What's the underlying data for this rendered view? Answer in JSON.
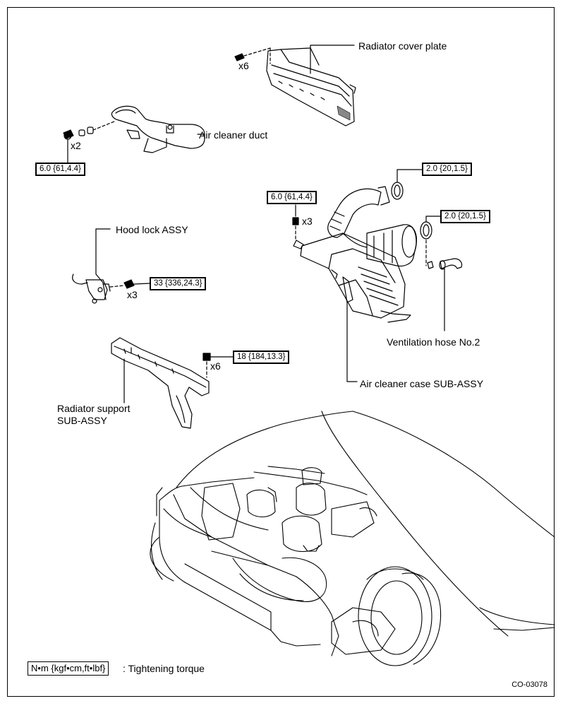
{
  "labels": {
    "radiator_cover_plate": "Radiator cover plate",
    "air_cleaner_duct": "Air cleaner duct",
    "hood_lock_assy": "Hood lock ASSY",
    "ventilation_hose_no2": "Ventilation hose No.2",
    "air_cleaner_case": "Air cleaner case SUB-ASSY",
    "radiator_support_line1": "Radiator support",
    "radiator_support_line2": "SUB-ASSY"
  },
  "quantities": {
    "cover_plate_screws": "x6",
    "duct_bolts": "x2",
    "case_bolts": "x3",
    "hood_lock_bolts": "x3",
    "support_bolts": "x6"
  },
  "torques": {
    "duct_bolt": "6.0 {61,4.4}",
    "case_bolt": "6.0 {61,4.4}",
    "clamp_upper": "2.0 {20,1.5}",
    "clamp_lower": "2.0 {20,1.5}",
    "hood_lock_bolt": "33 {336,24.3}",
    "support_bolt": "18 {184,13.3}"
  },
  "legend": {
    "unit": "N•m {kgf•cm,ft•lbf}",
    "description": ": Tightening torque"
  },
  "figure_code": "CO-03078"
}
